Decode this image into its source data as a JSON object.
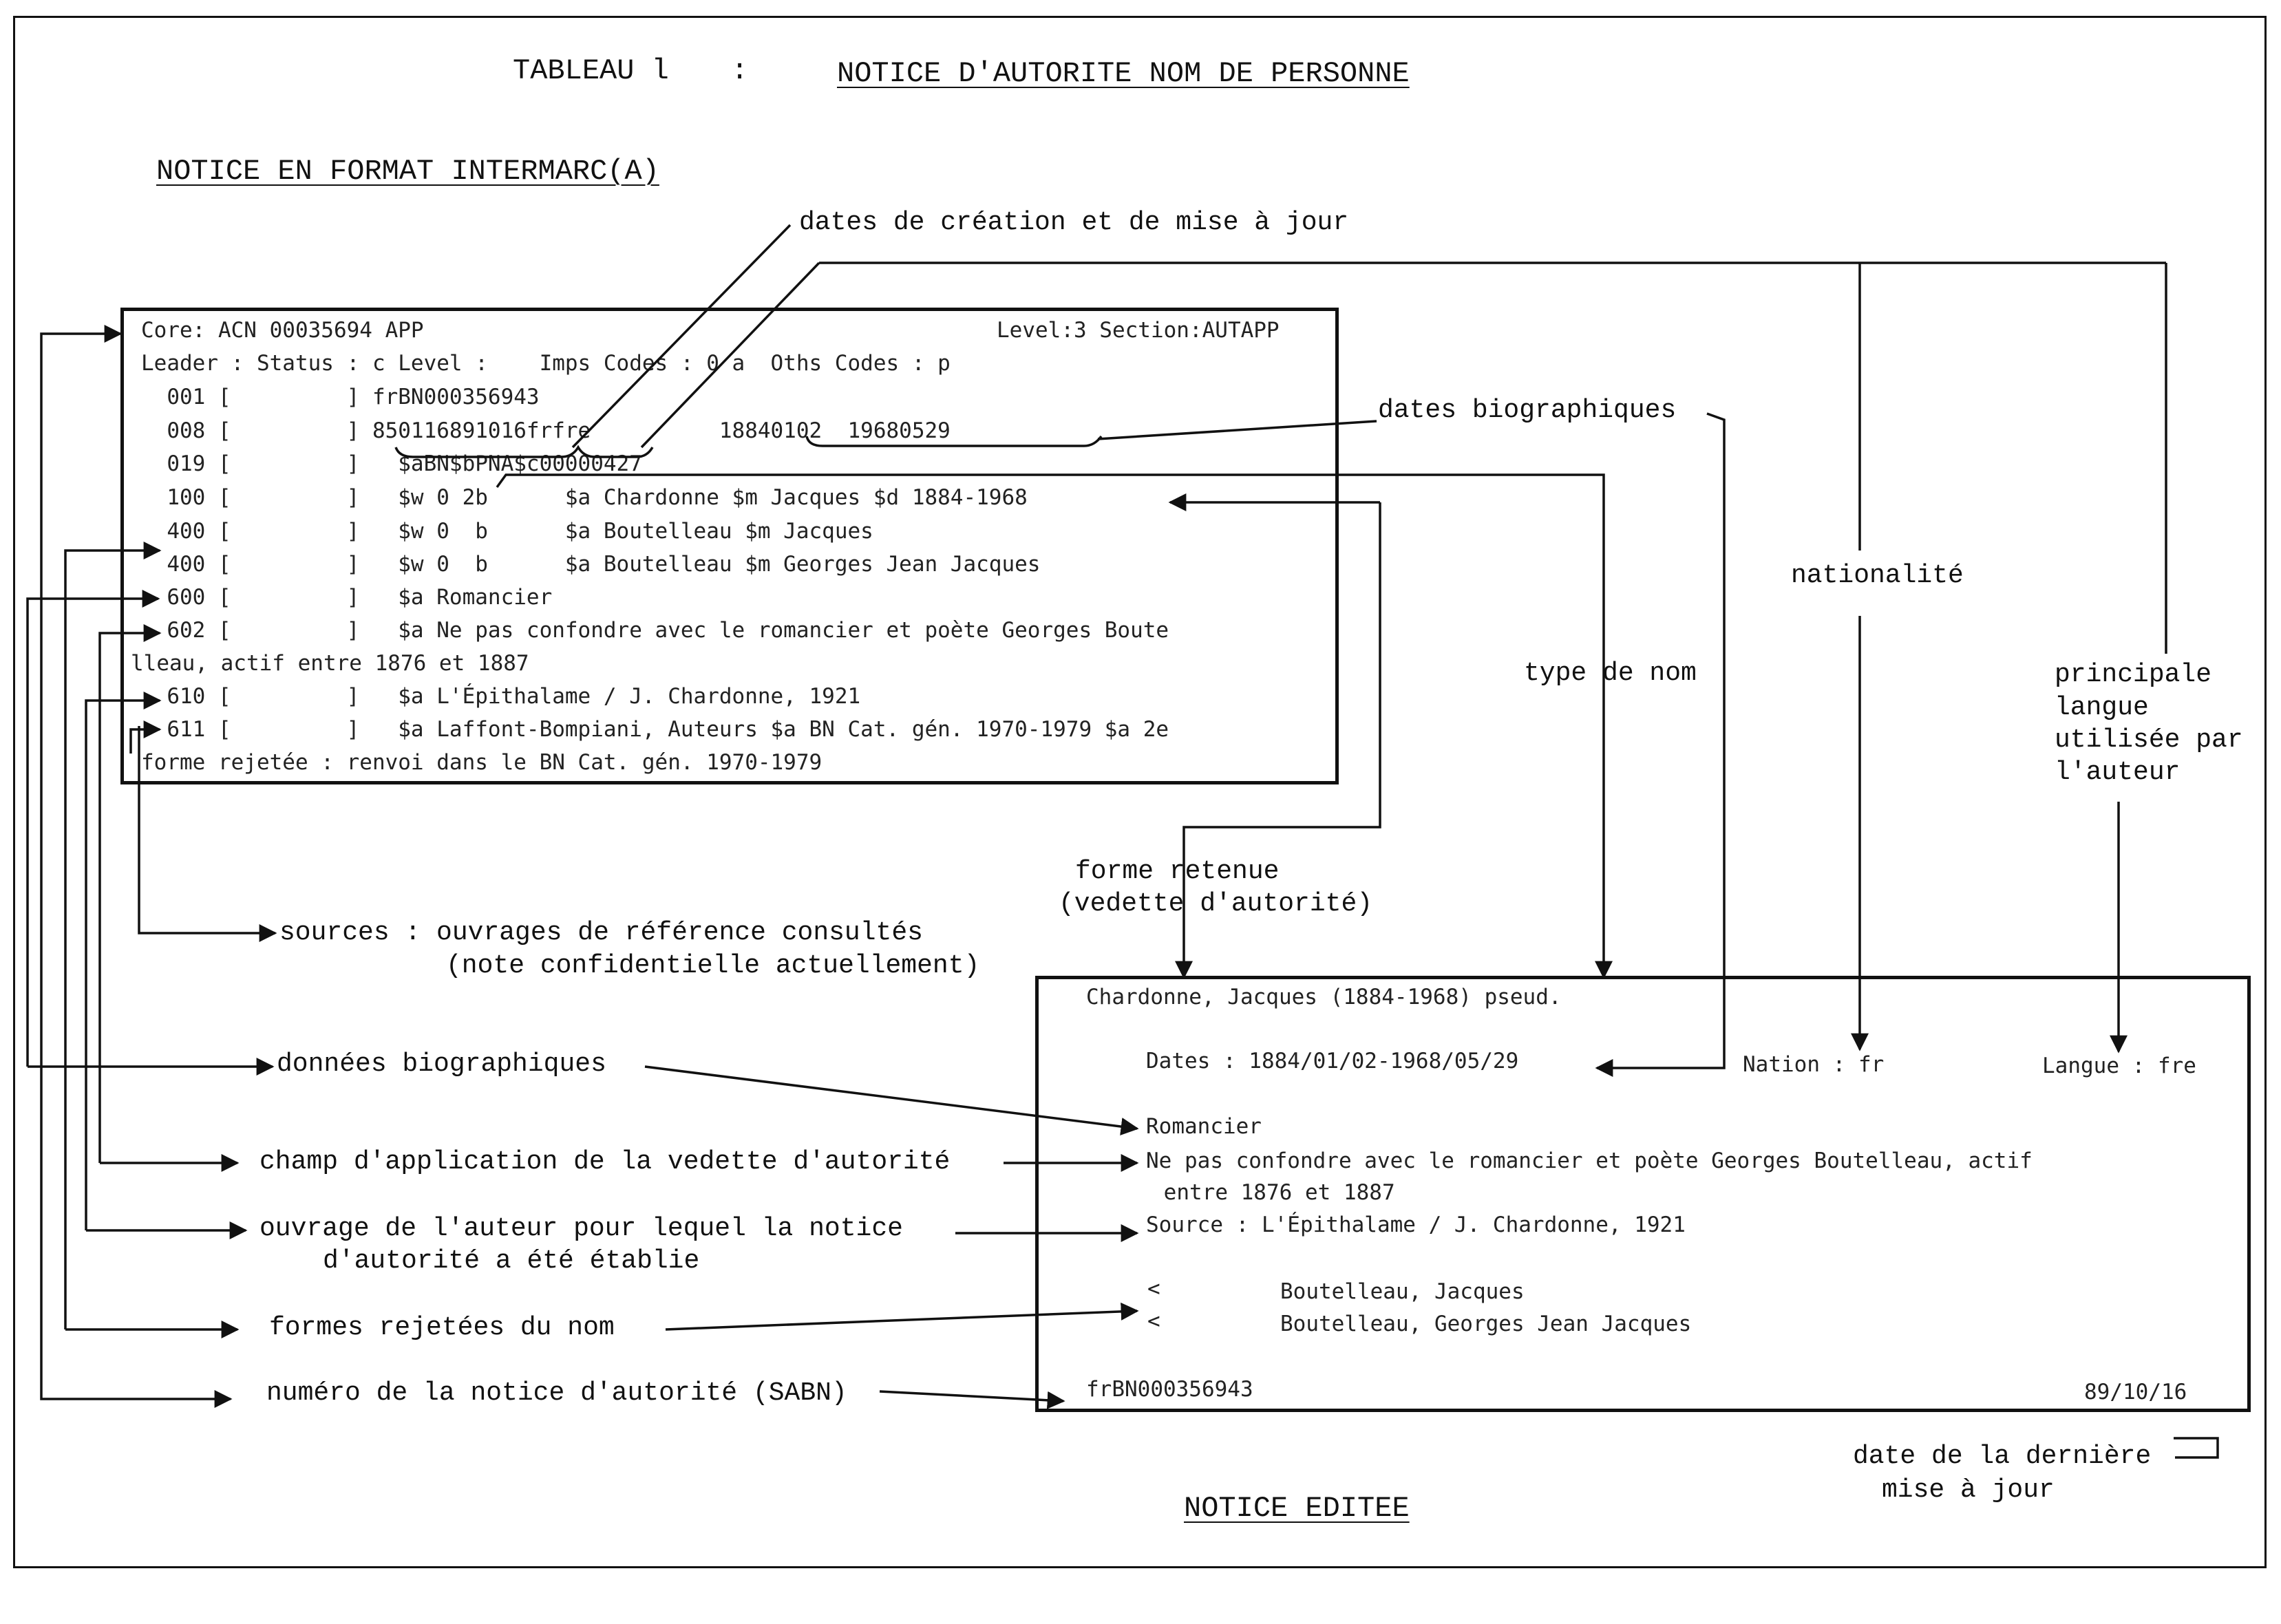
{
  "header": {
    "tableau": "TABLEAU l",
    "colon": ":",
    "title": "NOTICE D'AUTORITE NOM DE PERSONNE",
    "subtitle": "NOTICE EN FORMAT INTERMARC(A)",
    "footer": "NOTICE EDITEE"
  },
  "intermarc": {
    "line1_left": "Core: ACN 00035694 APP",
    "line1_right": "Level:3 Section:AUTAPP",
    "leader": "Leader : Status : c Level :    Imps Codes : 0 a  Oths Codes : p",
    "rows": [
      "  001 [         ] frBN000356943",
      "  008 [         ] 850116891016frfre          18840102  19680529",
      "  019 [         ]   $aBN$bPNA$c00000427",
      "  100 [         ]   $w 0 2b      $a Chardonne $m Jacques $d 1884-1968",
      "  400 [         ]   $w 0  b      $a Boutelleau $m Jacques",
      "  400 [         ]   $w 0  b      $a Boutelleau $m Georges Jean Jacques",
      "  600 [         ]   $a Romancier",
      "  602 [         ]   $a Ne pas confondre avec le romancier et poète Georges Boute",
      "lleau, actif entre 1876 et 1887",
      "  610 [         ]   $a L'Épithalame / J. Chardonne, 1921",
      "  611 [         ]   $a Laffont-Bompiani, Auteurs $a BN Cat. gén. 1970-1979 $a 2e",
      "forme rejetée : renvoi dans le BN Cat. gén. 1970-1979"
    ]
  },
  "annotations": {
    "dates_creation": "dates de création et de mise à jour",
    "dates_bio": "dates biographiques",
    "nationalite": "nationalité",
    "type_nom": "type de nom",
    "langue_1": "principale",
    "langue_2": "langue",
    "langue_3": "utilisée par",
    "langue_4": "l'auteur",
    "forme_retenue_1": "forme retenue",
    "forme_retenue_2": "(vedette d'autorité)",
    "sources_1": "sources : ouvrages de référence consultés",
    "sources_2": "(note confidentielle actuellement)",
    "donnees_bio": "données biographiques",
    "champ_application": "champ d'application de la vedette d'autorité",
    "ouvrage_1": "ouvrage de l'auteur pour lequel la notice",
    "ouvrage_2": "d'autorité a été établie",
    "formes_rejetees": "formes rejetées du nom",
    "numero": "numéro de la notice d'autorité (SABN)",
    "date_derniere_1": "date de la dernière",
    "date_derniere_2": "mise à jour"
  },
  "editee": {
    "heading": "Chardonne, Jacques (1884-1968) pseud.",
    "dates": "Dates : 1884/01/02-1968/05/29",
    "nation": "Nation : fr",
    "langue": "Langue : fre",
    "romancier": "Romancier",
    "confondre_1": "Ne pas confondre avec le romancier et poète Georges Boutelleau, actif",
    "confondre_2": " entre 1876 et 1887",
    "source": "Source : L'Épithalame / J. Chardonne, 1921",
    "rejet_1_mark": "<",
    "rejet_1": "Boutelleau, Jacques",
    "rejet_2_mark": "<",
    "rejet_2": "Boutelleau, Georges Jean Jacques",
    "numero": "frBN000356943",
    "date": "89/10/16"
  }
}
